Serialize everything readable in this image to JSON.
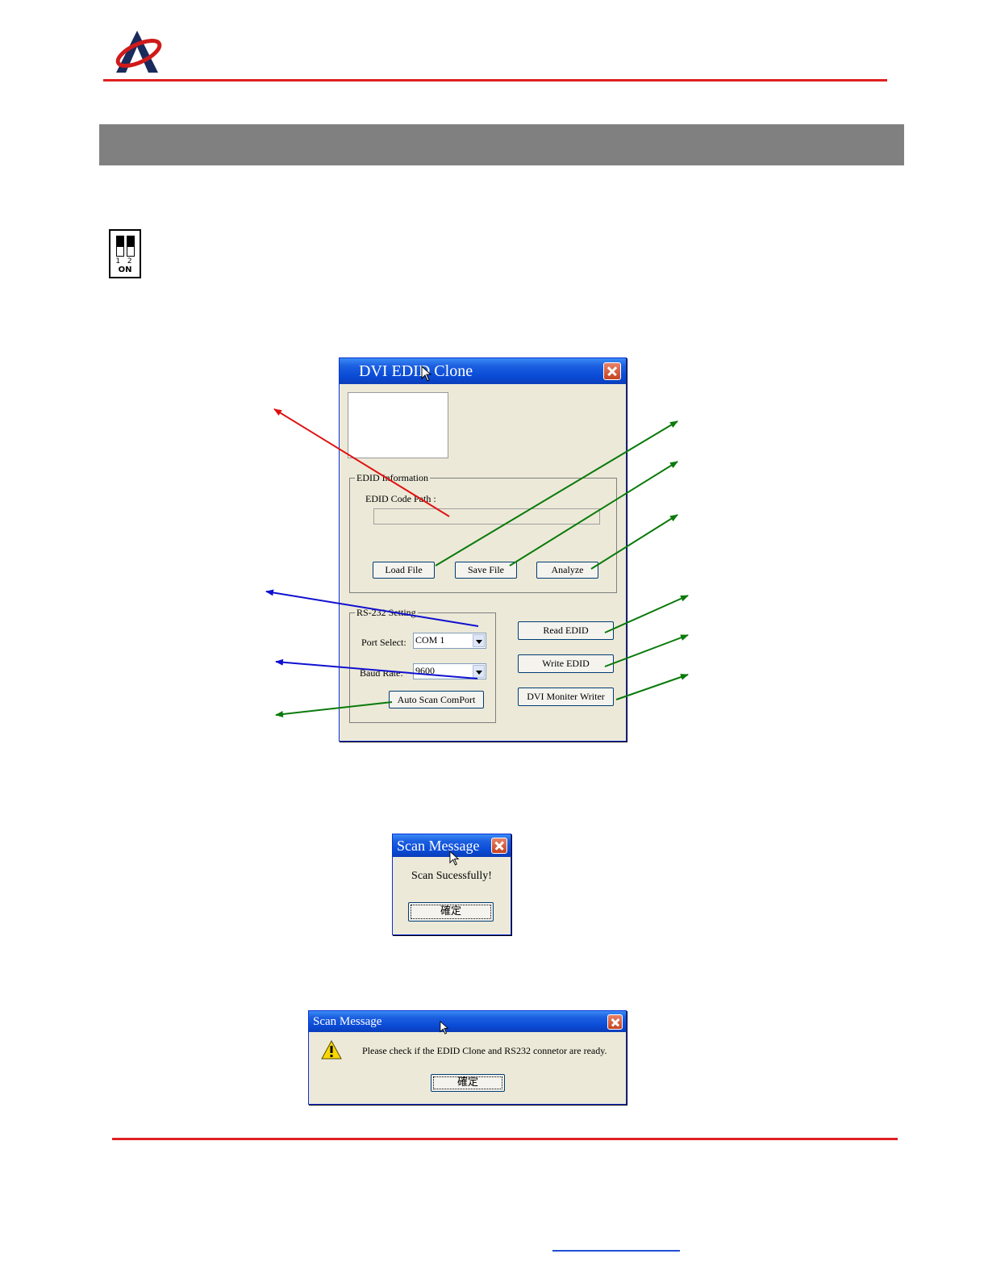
{
  "main_window": {
    "title": "DVI EDID Clone",
    "edid_group_label": "EDID Information",
    "code_path_label": "EDID Code Path :",
    "code_path_value": "",
    "load_file": "Load File",
    "save_file": "Save File",
    "analyze": "Analyze",
    "rs232_group_label": "RS-232 Setting",
    "port_select_label": "Port Select:",
    "port_select_value": "COM 1",
    "baud_rate_label": "Baud Rate:",
    "baud_rate_value": "9600",
    "auto_scan": "Auto Scan ComPort",
    "read_edid": "Read EDID",
    "write_edid": "Write EDID",
    "dvi_writer": "DVI Moniter Writer"
  },
  "scan_success_dialog": {
    "title": "Scan Message",
    "message": "Scan Sucessfully!",
    "ok": "確定"
  },
  "scan_error_dialog": {
    "title": "Scan Message",
    "message": "Please check if the EDID Clone and RS232 connetor are ready.",
    "ok": "確定"
  },
  "dip_switch": {
    "numbers": "1 2",
    "state": "ON"
  },
  "colors": {
    "header_rule": "#e02020",
    "band": "#808080",
    "arrow_red": "#e01010",
    "arrow_green": "#0a7a0a",
    "arrow_blue": "#1010d0"
  }
}
